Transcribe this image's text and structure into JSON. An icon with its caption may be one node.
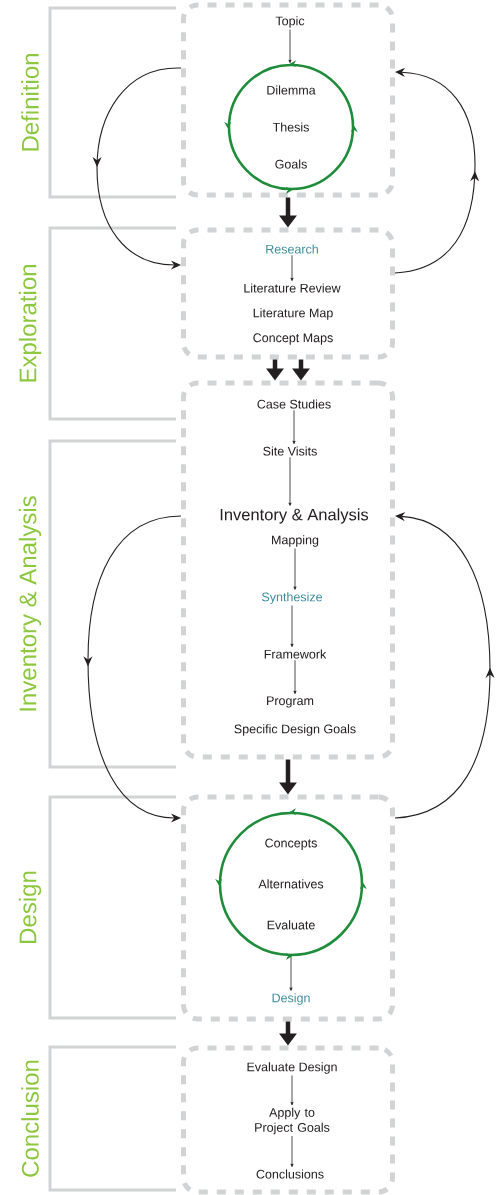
{
  "diagram": {
    "nodes": [
      {
        "text": [],
        "shape": "box"
      },
      {
        "text": [
          "Topic"
        ],
        "in": 0
      },
      {
        "text": [
          "Dilemma",
          "Thesis",
          "Goals"
        ],
        "in": 0
      },
      {
        "text": [],
        "shape": "box"
      },
      {
        "text": [
          "Research"
        ],
        "in": 3
      },
      {
        "text": [
          "Literature Review"
        ],
        "in": 3
      },
      {
        "text": [
          "Literature Map"
        ],
        "in": 3
      },
      {
        "text": [
          "Concept Maps"
        ],
        "in": 3
      },
      {
        "text": [],
        "shape": "box"
      },
      {
        "text": [
          "Case Studies"
        ],
        "in": 8
      },
      {
        "text": [
          "Site Visits"
        ],
        "in": 8
      },
      {
        "text": [
          "Inventory & Analysis"
        ],
        "in": 8
      },
      {
        "text": [
          "Mapping"
        ],
        "in": 8
      },
      {
        "text": [
          "Synthesize"
        ],
        "in": 8
      },
      {
        "text": [
          "Framework"
        ],
        "in": 8
      },
      {
        "text": [
          "Program"
        ],
        "in": 8
      },
      {
        "text": [
          "Specific Design Goals"
        ],
        "in": 8
      },
      {
        "text": [],
        "shape": "box"
      },
      {
        "text": [
          "Concepts",
          "Alternatives",
          "Evaluate"
        ],
        "in": 17
      },
      {
        "text": [
          "Design"
        ],
        "in": 17
      },
      {
        "text": [],
        "shape": "box"
      },
      {
        "text": [
          "Evaluate Design"
        ],
        "in": 20
      },
      {
        "text": [
          "Apply to Project Goals"
        ],
        "in": 20
      },
      {
        "text": [
          "Conclusions"
        ],
        "in": 20
      }
    ],
    "edges": [
      {
        "from": 1,
        "to": 2,
        "arrow": "to"
      },
      {
        "from": 4,
        "to": 5,
        "arrow": "to"
      },
      {
        "from": 9,
        "to": 10,
        "arrow": "to"
      },
      {
        "from": 10,
        "to": 11,
        "arrow": "to"
      },
      {
        "from": 12,
        "to": 13,
        "arrow": "to"
      },
      {
        "from": 13,
        "to": 14,
        "arrow": "to"
      },
      {
        "from": 14,
        "to": 15,
        "arrow": "to"
      },
      {
        "from": 18,
        "to": 19,
        "arrow": "to"
      },
      {
        "from": 21,
        "to": 22,
        "arrow": "to"
      },
      {
        "from": 22,
        "to": 23,
        "arrow": "to"
      },
      {
        "from": 0,
        "to": 3,
        "arrow": "to",
        "style": "thick"
      },
      {
        "from": 3,
        "to": 8,
        "arrow": "to",
        "style": "thick"
      },
      {
        "from": 3,
        "to": 8,
        "arrow": "to",
        "style": "thick"
      },
      {
        "from": 8,
        "to": 17,
        "arrow": "to",
        "style": "thick"
      },
      {
        "from": 17,
        "to": 20,
        "arrow": "to",
        "style": "thick"
      },
      {
        "from": 0,
        "to": 3,
        "arrow": "to"
      },
      {
        "from": 3,
        "to": 0,
        "arrow": "to"
      },
      {
        "from": 8,
        "to": 17,
        "arrow": "to"
      },
      {
        "from": 17,
        "to": 8,
        "arrow": "to"
      }
    ],
    "labels": [
      "Definition",
      "Exploration",
      "Inventory & Analysis",
      "Design",
      "Conclusion"
    ]
  }
}
